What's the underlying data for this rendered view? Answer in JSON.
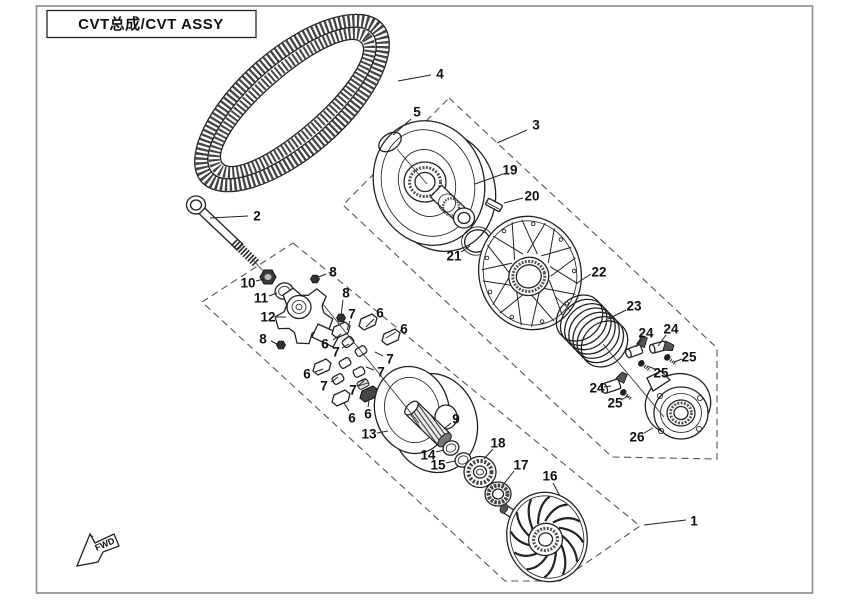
{
  "frame": {
    "title": "CVT总成/CVT ASSY"
  },
  "fwd_label": "FWD",
  "ink_color": "#222222",
  "border_color": "#8a8a8a",
  "callouts": [
    [
      "1",
      694,
      521,
      686,
      520,
      644,
      525
    ],
    [
      "2",
      257,
      216,
      248,
      216,
      210,
      218
    ],
    [
      "3",
      536,
      125,
      527,
      130,
      497,
      143
    ],
    [
      "4",
      440,
      74,
      431,
      75,
      398,
      81
    ],
    [
      "5",
      417,
      112,
      411,
      119,
      393,
      135
    ],
    [
      "6",
      380,
      313,
      374,
      319,
      366,
      327
    ],
    [
      "6",
      404,
      329,
      396,
      332,
      386,
      338
    ],
    [
      "6",
      325,
      344,
      333,
      340,
      341,
      334
    ],
    [
      "6",
      307,
      374,
      315,
      372,
      323,
      369
    ],
    [
      "6",
      352,
      418,
      349,
      411,
      344,
      403
    ],
    [
      "6",
      368,
      414,
      368,
      407,
      369,
      401
    ],
    [
      "7",
      352,
      314,
      350,
      321,
      347,
      330
    ],
    [
      "7",
      336,
      352,
      342,
      348,
      349,
      344
    ],
    [
      "7",
      390,
      359,
      383,
      356,
      375,
      352
    ],
    [
      "7",
      381,
      372,
      374,
      370,
      366,
      367
    ],
    [
      "7",
      324,
      386,
      331,
      382,
      338,
      377
    ],
    [
      "7",
      353,
      390,
      358,
      386,
      364,
      381
    ],
    [
      "8",
      333,
      272,
      326,
      274,
      316,
      278
    ],
    [
      "8",
      346,
      293,
      343,
      300,
      341,
      316
    ],
    [
      "8",
      263,
      339,
      271,
      341,
      279,
      345
    ],
    [
      "9",
      456,
      419,
      451,
      423,
      444,
      429
    ],
    [
      "10",
      248,
      283,
      256,
      281,
      264,
      279
    ],
    [
      "11",
      261,
      298,
      269,
      296,
      277,
      293
    ],
    [
      "12",
      268,
      317,
      276,
      317,
      286,
      317
    ],
    [
      "13",
      369,
      434,
      377,
      433,
      388,
      431
    ],
    [
      "14",
      428,
      455,
      436,
      452,
      444,
      450
    ],
    [
      "15",
      438,
      465,
      446,
      463,
      455,
      461
    ],
    [
      "16",
      550,
      476,
      553,
      483,
      560,
      496
    ],
    [
      "17",
      521,
      465,
      514,
      471,
      503,
      485
    ],
    [
      "18",
      498,
      443,
      493,
      449,
      484,
      459
    ],
    [
      "19",
      510,
      170,
      503,
      174,
      475,
      184
    ],
    [
      "20",
      532,
      196,
      523,
      198,
      504,
      203
    ],
    [
      "21",
      454,
      256,
      461,
      252,
      470,
      246
    ],
    [
      "22",
      599,
      272,
      591,
      274,
      577,
      283
    ],
    [
      "23",
      634,
      306,
      626,
      310,
      608,
      319
    ],
    [
      "24",
      646,
      333,
      642,
      339,
      636,
      347
    ],
    [
      "24",
      671,
      329,
      666,
      335,
      658,
      346
    ],
    [
      "24",
      597,
      388,
      604,
      387,
      611,
      386
    ],
    [
      "25",
      689,
      357,
      682,
      359,
      674,
      362
    ],
    [
      "25",
      661,
      373,
      655,
      369,
      647,
      366
    ],
    [
      "25",
      615,
      403,
      621,
      400,
      628,
      396
    ],
    [
      "26",
      637,
      437,
      644,
      433,
      653,
      428
    ]
  ]
}
